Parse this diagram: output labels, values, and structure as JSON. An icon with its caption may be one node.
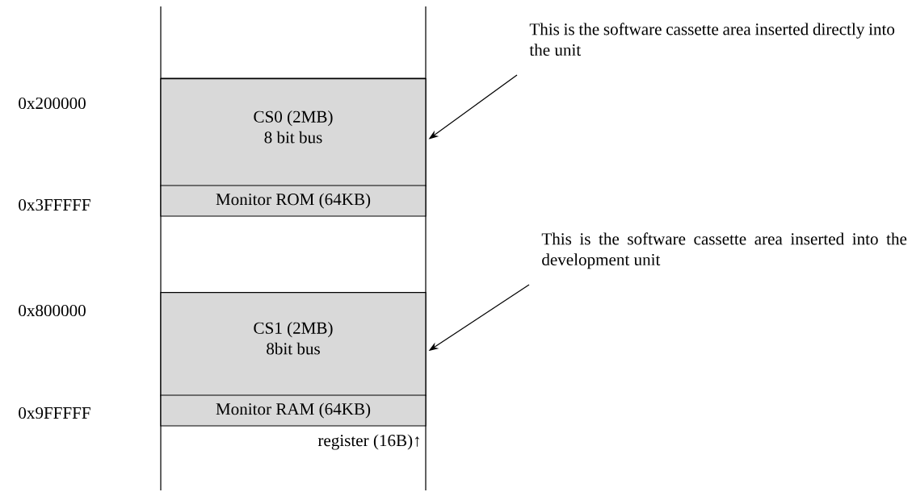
{
  "diagram": {
    "nodes": [
      {
        "text": [
          "CS0 (2MB)",
          "8 bit bus"
        ]
      },
      {
        "text": [
          "Monitor ROM (64KB)"
        ]
      },
      {
        "text": [
          "CS1 (2MB)",
          "8bit bus"
        ]
      },
      {
        "text": [
          "Monitor RAM (64KB)"
        ]
      },
      {
        "text": [
          "This is the software cassette area inserted directly into the unit"
        ]
      },
      {
        "text": [
          "This is the software cassette area inserted into the development unit"
        ]
      }
    ],
    "edges": [
      {
        "from": 4,
        "to": 0,
        "arrow": "to"
      },
      {
        "from": 5,
        "to": 2,
        "arrow": "to"
      }
    ],
    "labels": [
      "0x200000",
      "0x3FFFFF",
      "0x800000",
      "0x9FFFFF",
      "register (16B)↑"
    ]
  }
}
